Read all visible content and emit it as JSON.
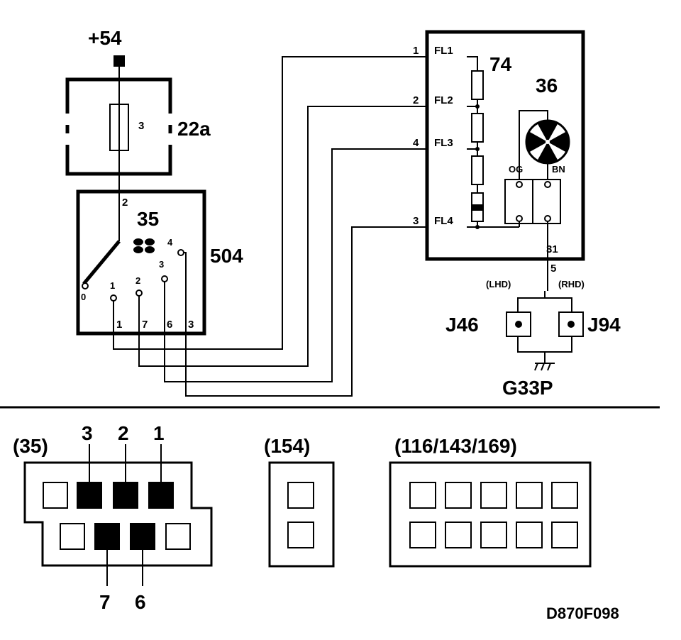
{
  "supply": {
    "label": "+54"
  },
  "fuse": {
    "number": "3",
    "ref": "22a"
  },
  "switch": {
    "number": "35",
    "ref": "504",
    "input_pin": "2",
    "positions": [
      "0",
      "1",
      "2",
      "3",
      "4"
    ],
    "connector_pins": [
      "1",
      "7",
      "6",
      "3"
    ]
  },
  "resistor_pack": {
    "number": "74",
    "terminals": [
      {
        "pin": "1",
        "name": "FL1"
      },
      {
        "pin": "2",
        "name": "FL2"
      },
      {
        "pin": "4",
        "name": "FL3"
      },
      {
        "pin": "3",
        "name": "FL4"
      }
    ]
  },
  "motor": {
    "number": "36",
    "wire_colors": [
      "OG",
      "BN"
    ],
    "pin_out": "31",
    "wire": "5"
  },
  "ground": {
    "lhd_label": "(LHD)",
    "rhd_label": "(RHD)",
    "left_connector": "J46",
    "right_connector": "J94",
    "point": "G33P"
  },
  "connectors": [
    {
      "label": "(35)",
      "top_pins": [
        "3",
        "2",
        "1"
      ],
      "bottom_pins": [
        "7",
        "6"
      ]
    },
    {
      "label": "(154)"
    },
    {
      "label": "(116/143/169)"
    }
  ],
  "figure_code": "D870F098"
}
